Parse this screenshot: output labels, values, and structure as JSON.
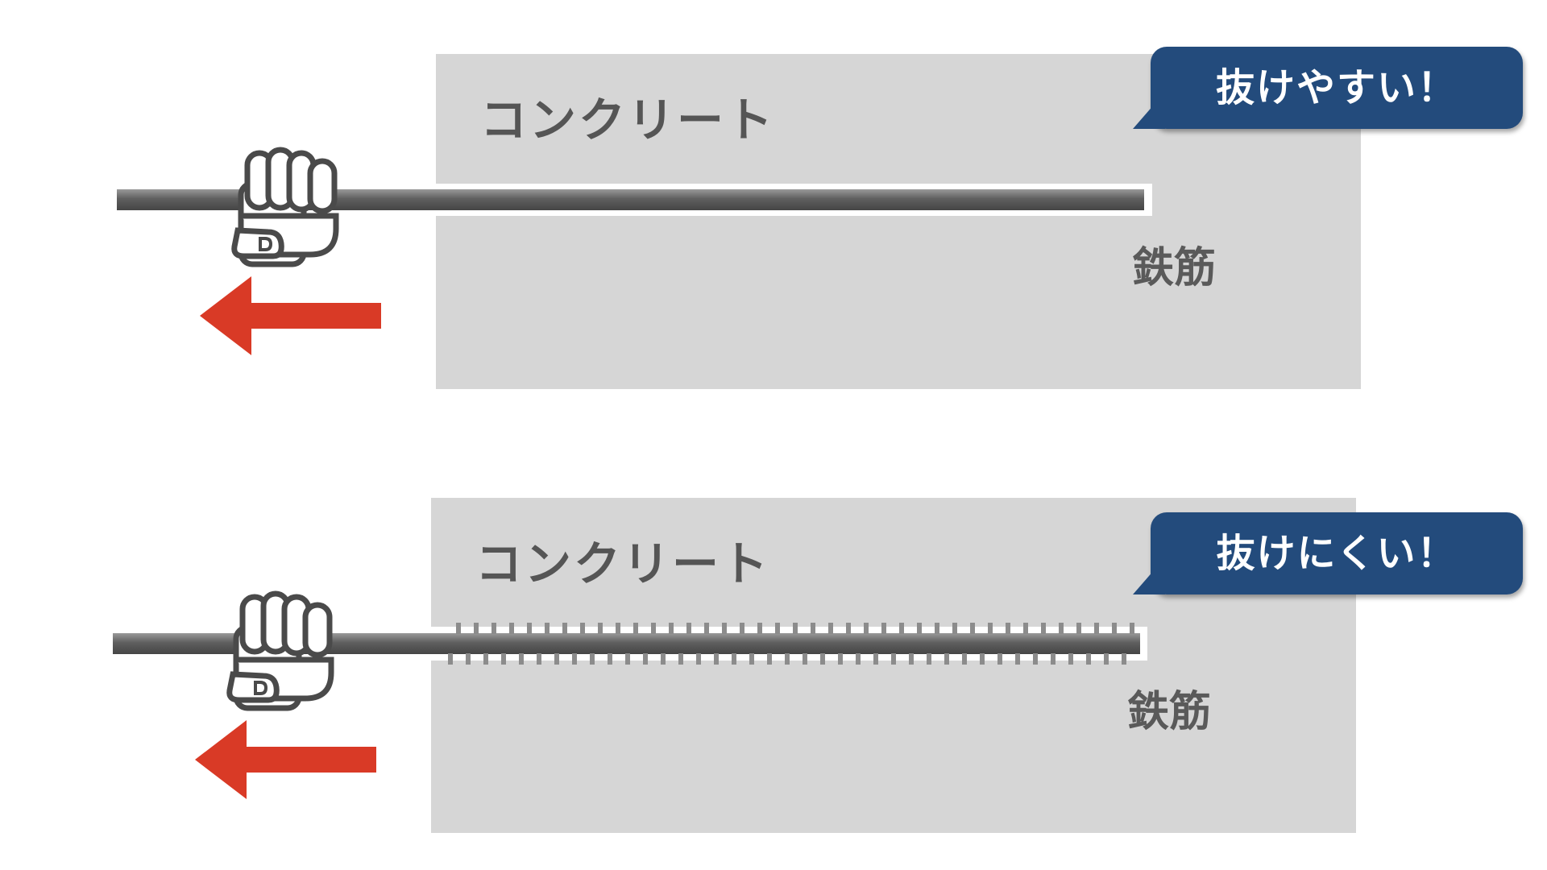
{
  "panels": [
    {
      "concrete_label": "コンクリート",
      "rebar_label": "鉄筋",
      "bubble_text": "抜けやすい！",
      "rebar_type": "plain",
      "pull_direction": "left"
    },
    {
      "concrete_label": "コンクリート",
      "rebar_label": "鉄筋",
      "bubble_text": "抜けにくい！",
      "rebar_type": "deformed",
      "pull_direction": "left"
    }
  ],
  "colors": {
    "concrete": "#d6d6d6",
    "bubble": "#234b7c",
    "arrow": "#d93a26",
    "rebar": "#5f5f5f",
    "fist_outline": "#4a4a4a"
  },
  "icons": [
    "fist-icon",
    "arrow-left-icon"
  ]
}
